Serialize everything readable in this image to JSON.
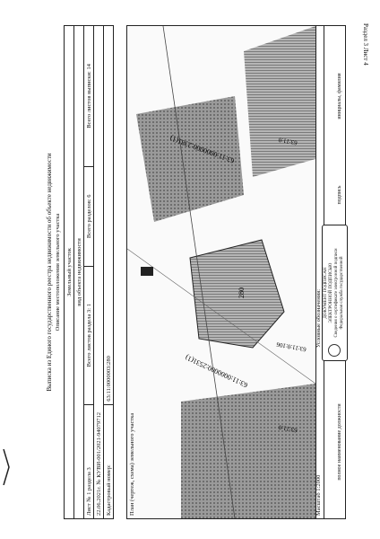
{
  "page_corner": "Раздел 3  Лист 4",
  "title": "Выписка из Единого государственного реестра недвижимости об объекте недвижимости",
  "subtitle": "Описание местоположения земельного участка",
  "header": {
    "type_label": "Земельный участок",
    "type_caption": "вид объекта недвижимости",
    "sheet": "Лист № 1 раздела 3",
    "sheets_in_section": "Всего листов раздела 3: 1",
    "sections_total": "Всего разделов: 6",
    "sheets_total": "Всего листов выписки: 14",
    "date_number": "22.06.2021г. № КУВИ-001/2021-94079712",
    "cadastral_label": "Кадастровый номер:",
    "cadastral_value": "63:11:0000003:280"
  },
  "map": {
    "caption": "План (чертеж, схема) земельного участка",
    "labels": {
      "parcel_a": "63:11:0000000:2531(1)",
      "parcel_b": "63:11:0000000:2381(1)",
      "parcel_c": "63:11:0",
      "parcel_d": "63:11:0",
      "parcel_e": "63:11:0:106",
      "main_parcel": "280"
    }
  },
  "scale": {
    "label": "Масштаб 1:2000",
    "legend": "Условные обозначения:"
  },
  "signature": {
    "position": "полное наименование должности",
    "signature": "подпись",
    "name": "инициалы, фамилия"
  },
  "stamp": {
    "line1": "ДОКУМЕНТ ПОДПИСАН",
    "line2": "ЭЛЕКТРОННОЙ ПОДПИСЬЮ",
    "line3": "Сведения о сертификате электронной подписи",
    "line4": "Федеральная служба государственной",
    "line5": "регистрации, кадастра и картографии"
  }
}
